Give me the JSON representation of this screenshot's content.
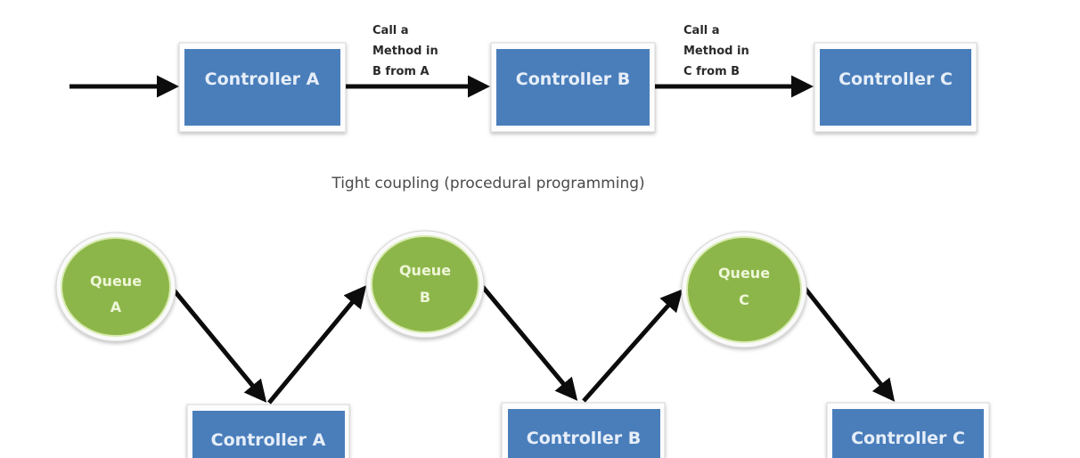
{
  "diagram": {
    "tight": {
      "caption": "Tight coupling (procedural programming)",
      "controllers": [
        {
          "id": "A",
          "label": "Controller A"
        },
        {
          "id": "B",
          "label": "Controller B"
        },
        {
          "id": "C",
          "label": "Controller C"
        }
      ],
      "edges": [
        {
          "from": "input",
          "to": "A",
          "label_lines": []
        },
        {
          "from": "A",
          "to": "B",
          "label_lines": [
            "Call  a",
            "Method in",
            "B from A"
          ]
        },
        {
          "from": "B",
          "to": "C",
          "label_lines": [
            "Call a",
            "Method in",
            "C from B"
          ]
        }
      ]
    },
    "loose": {
      "queues": [
        {
          "id": "QA",
          "label_lines": [
            "Queue",
            "A"
          ]
        },
        {
          "id": "QB",
          "label_lines": [
            "Queue",
            "B"
          ]
        },
        {
          "id": "QC",
          "label_lines": [
            "Queue",
            "C"
          ]
        }
      ],
      "controllers": [
        {
          "id": "A",
          "label": "Controller A"
        },
        {
          "id": "B",
          "label": "Controller B"
        },
        {
          "id": "C",
          "label": "Controller C"
        }
      ],
      "edges": [
        {
          "from": "QA",
          "to": "A"
        },
        {
          "from": "A",
          "to": "QB"
        },
        {
          "from": "QB",
          "to": "B"
        },
        {
          "from": "B",
          "to": "QC"
        },
        {
          "from": "QC",
          "to": "C"
        }
      ]
    },
    "colors": {
      "controller_fill": "#4a7ebb",
      "queue_fill": "#8db64a",
      "arrow": "#0c0c0c"
    }
  }
}
